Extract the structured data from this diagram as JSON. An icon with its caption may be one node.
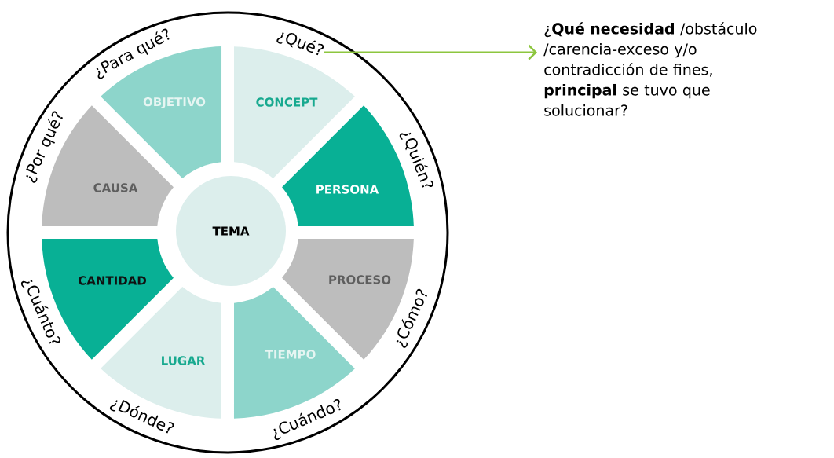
{
  "diagram": {
    "nodes": [
      {
        "text": [],
        "shape": "circle"
      },
      {
        "text": [
          "CONCEPT"
        ],
        "in": 0
      },
      {
        "text": [
          "PERSONA"
        ],
        "in": 0
      },
      {
        "text": [
          "PROCESO"
        ],
        "in": 0
      },
      {
        "text": [
          "TIEMPO"
        ],
        "in": 0
      },
      {
        "text": [
          "LUGAR"
        ],
        "in": 0
      },
      {
        "text": [
          "CANTIDAD"
        ],
        "in": 0
      },
      {
        "text": [
          "CAUSA"
        ],
        "in": 0
      },
      {
        "text": [
          "OBJETIVO"
        ],
        "in": 0
      },
      {
        "text": [
          "TEMA"
        ],
        "in": 0
      },
      {
        "text": [
          "¿Qué?"
        ],
        "in": 0
      },
      {
        "text": [
          "¿**Qué necesidad** /obstáculo /carencia-exceso y/o contradicción de fines, **principal** se tuvo que solucionar?"
        ]
      }
    ],
    "edges": [
      {
        "from": 10,
        "to": 11,
        "arrow": "to",
        "color": "#8dc63f"
      }
    ],
    "labels": [
      "¿Quién?",
      "¿Cómo?",
      "¿Cuándo?",
      "¿Dónde?",
      "¿Cuánto?",
      "¿Por qué?",
      "¿Para qué?"
    ]
  }
}
